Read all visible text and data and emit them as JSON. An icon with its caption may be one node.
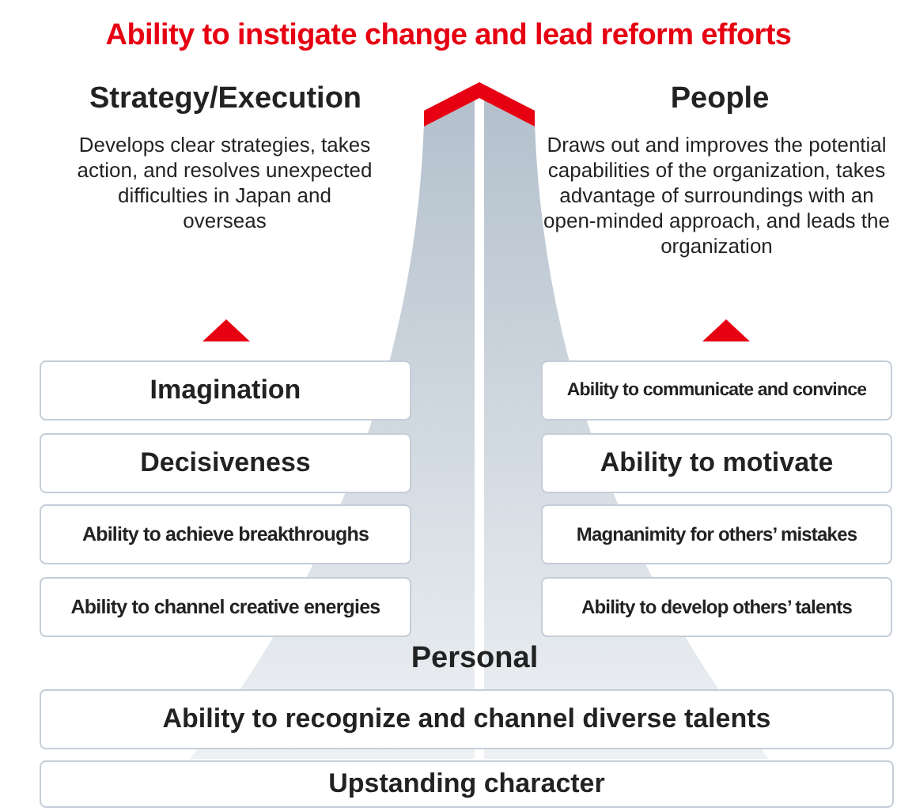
{
  "diagram": {
    "title": "Ability to instigate change and lead reform efforts",
    "nodes": [
      {
        "text": [
          "Imagination"
        ]
      },
      {
        "text": [
          "Decisiveness"
        ]
      },
      {
        "text": [
          "Ability to achieve breakthroughs"
        ]
      },
      {
        "text": [
          "Ability to channel creative energies"
        ]
      },
      {
        "text": [
          "Ability to communicate and convince"
        ]
      },
      {
        "text": [
          "Ability to motivate"
        ]
      },
      {
        "text": [
          "Magnanimity for others’ mistakes"
        ]
      },
      {
        "text": [
          "Ability to develop others’ talents"
        ]
      },
      {
        "text": [
          "Ability to recognize and channel diverse talents"
        ]
      },
      {
        "text": [
          "Upstanding character"
        ]
      }
    ],
    "edges": [],
    "labels": [
      "Strategy/Execution",
      "Develops clear strategies, takes action, and resolves unexpected difficulties in Japan and overseas",
      "People",
      "Draws out and improves the potential capabilities of the organization, takes advantage of surroundings with an open-minded approach, and leads the organization",
      "Personal"
    ]
  }
}
